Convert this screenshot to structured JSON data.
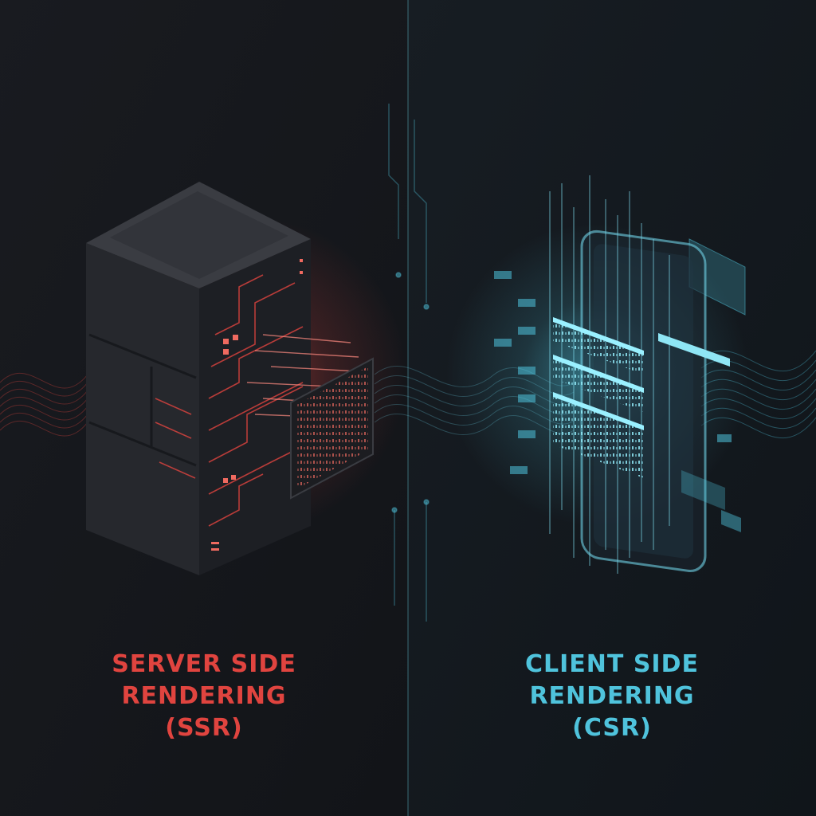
{
  "colors": {
    "background": "#14171c",
    "ssr_accent": "#e0443f",
    "csr_accent": "#4fc3dc",
    "divider": "#5fb9cc"
  },
  "icons": {
    "left": "server-tower-icon",
    "right": "mobile-device-icon"
  },
  "ssr": {
    "line1": "SERVER SIDE",
    "line2": "RENDERING",
    "line3": "(SSR)"
  },
  "csr": {
    "line1": "CLIENT SIDE",
    "line2": "RENDERING",
    "line3": "(CSR)"
  }
}
